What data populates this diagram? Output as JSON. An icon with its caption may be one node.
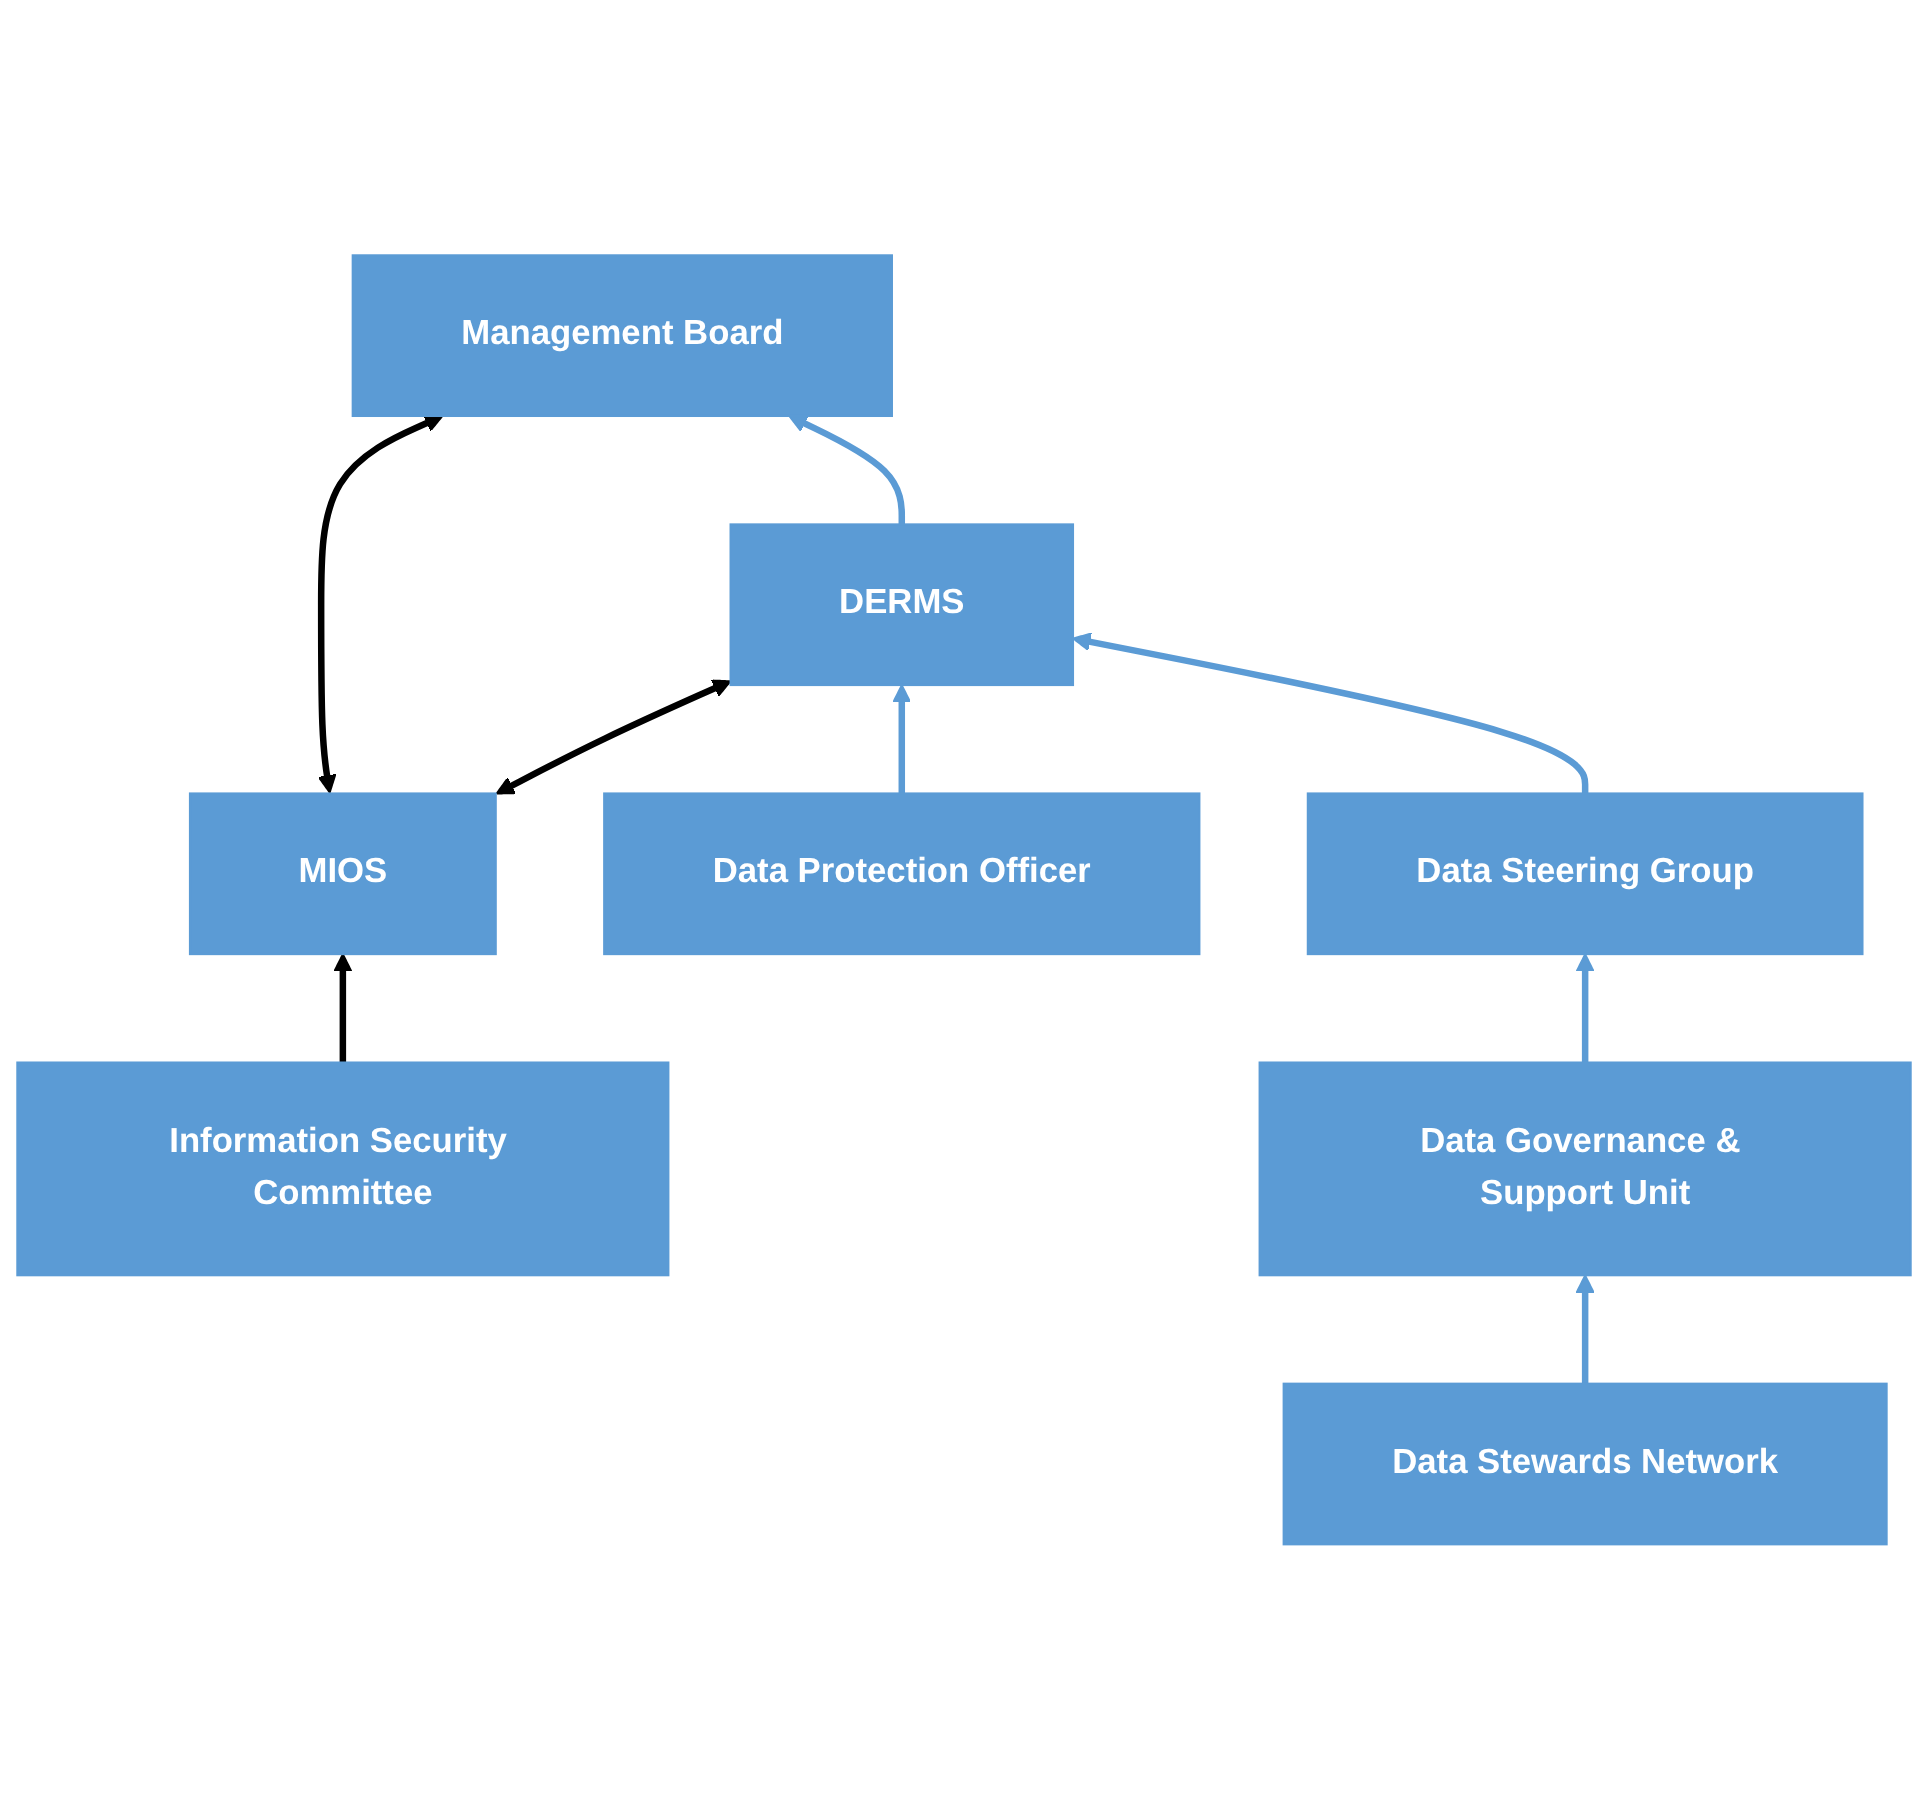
{
  "diagram": {
    "nodes": [
      {
        "text": [
          "Management Board"
        ]
      },
      {
        "text": [
          "MIOS"
        ]
      },
      {
        "text": [
          "DERMS"
        ]
      },
      {
        "text": [
          "Information Security Committee"
        ]
      },
      {
        "text": [
          "Data Protection Officer"
        ]
      },
      {
        "text": [
          "Data Steering Group"
        ]
      },
      {
        "text": [
          "Data Governance & Support Unit"
        ]
      },
      {
        "text": [
          "Data Stewards Network"
        ]
      }
    ],
    "edges": [
      {
        "from": 2,
        "to": 0,
        "arrow": "to"
      },
      {
        "from": 1,
        "to": 0,
        "arrow": "both",
        "color": "#000000"
      },
      {
        "from": 1,
        "to": 2,
        "arrow": "both",
        "color": "#000000"
      },
      {
        "from": 3,
        "to": 1,
        "arrow": "to",
        "color": "#000000"
      },
      {
        "from": 4,
        "to": 2,
        "arrow": "to"
      },
      {
        "from": 5,
        "to": 2,
        "arrow": "to"
      },
      {
        "from": 6,
        "to": 5,
        "arrow": "to"
      },
      {
        "from": 7,
        "to": 6,
        "arrow": "to"
      }
    ]
  }
}
